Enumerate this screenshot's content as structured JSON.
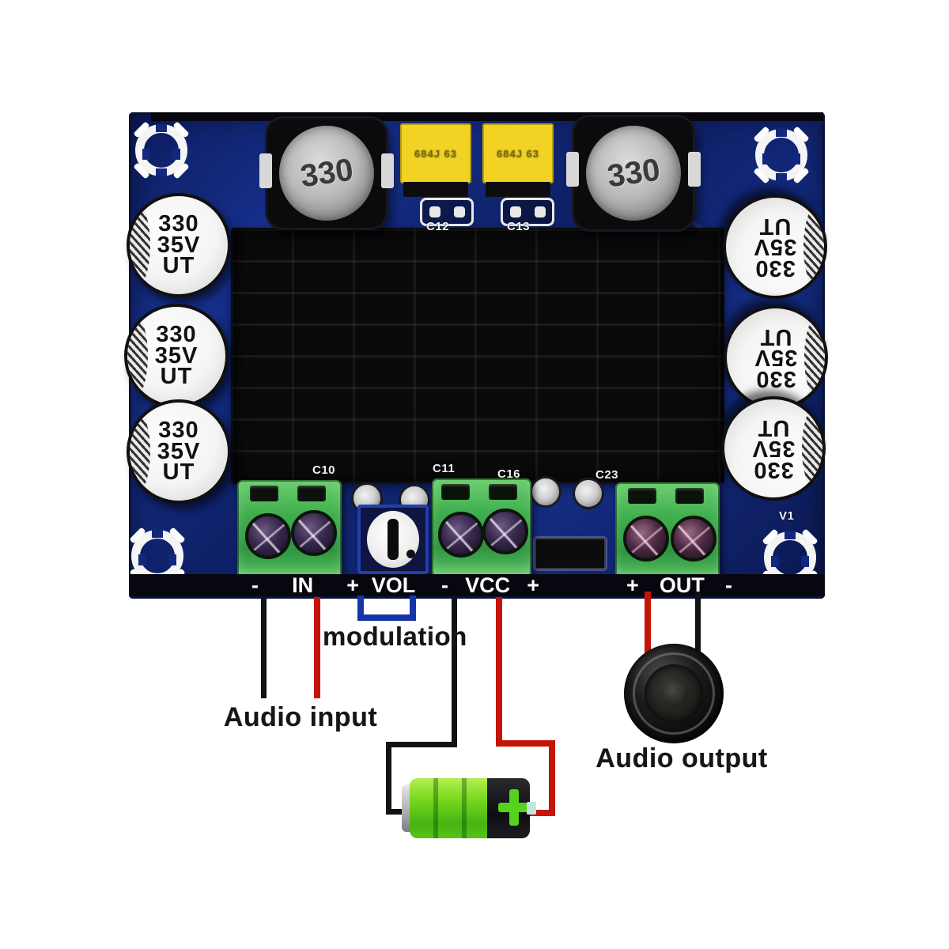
{
  "annotations": {
    "audio_input": "Audio input",
    "modulation": "modulation",
    "audio_output": "Audio output"
  },
  "board": {
    "terminals": {
      "in": {
        "minus": "-",
        "label": "IN",
        "plus": "+"
      },
      "vol": {
        "label": "VOL"
      },
      "vcc": {
        "minus": "-",
        "label": "VCC",
        "plus": "+"
      },
      "out": {
        "plus": "+",
        "label": "OUT",
        "minus": "-"
      }
    },
    "electrolytic_cap_lines": [
      "330",
      "35V",
      "UT"
    ],
    "inductor_label": "330",
    "film_cap_label": "684J 63",
    "silkscreen": {
      "c10": "C10",
      "c11": "C11",
      "c12": "C12",
      "c13": "C13",
      "c16": "C16",
      "c23": "C23",
      "v1": "V1"
    }
  },
  "colors": {
    "pcb_blue": "#14277e",
    "terminal_green": "#3fae4e",
    "film_cap_yellow": "#f2d324",
    "wire_red": "#c51408",
    "wire_black": "#121212",
    "wire_blue": "#1634a8",
    "battery_green": "#7ad81e"
  }
}
